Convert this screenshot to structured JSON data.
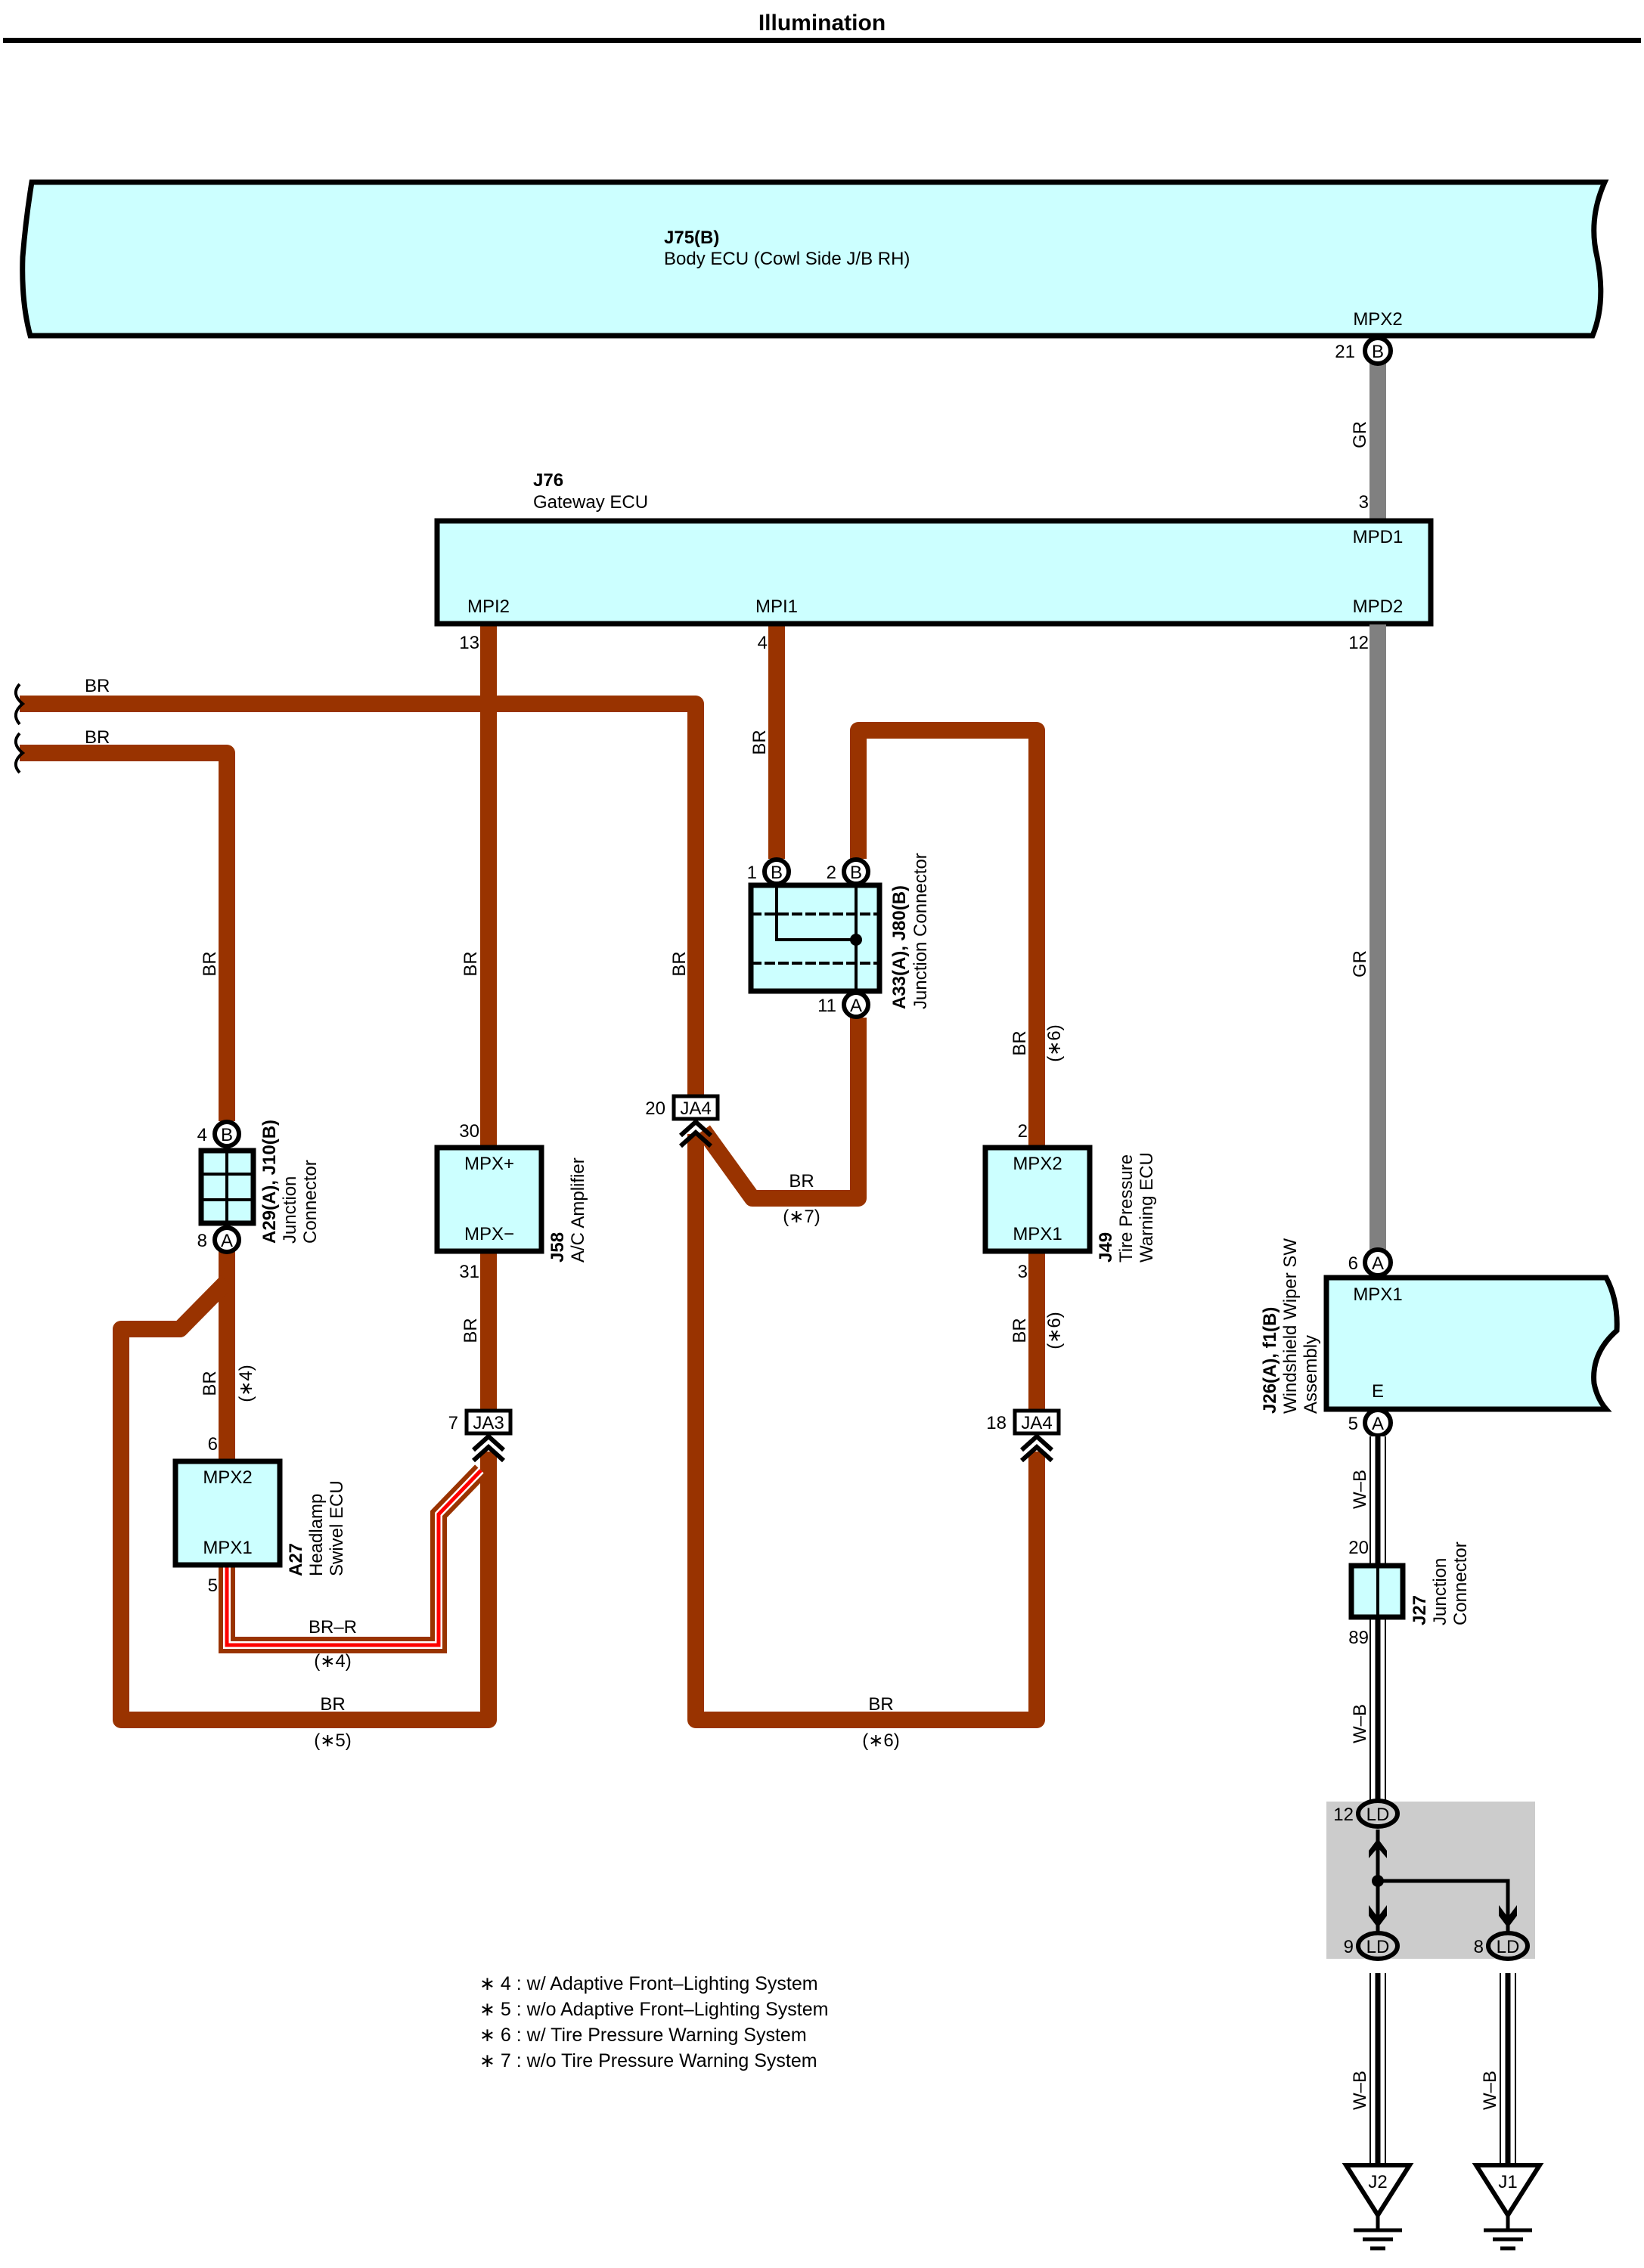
{
  "page": {
    "title": "Illumination"
  },
  "colors": {
    "wire_br": "#993300",
    "wire_gr": "#808080",
    "wire_r": "#ff0000",
    "component_fill": "#ccffff",
    "splice_area_fill": "#cccccc"
  },
  "components": {
    "body_ecu": {
      "code": "J75(B)",
      "name": "Body ECU (Cowl Side J/B RH)",
      "terminal": "MPX2",
      "pin": "21",
      "connector": "B"
    },
    "gateway_ecu": {
      "code": "J76",
      "name": "Gateway ECU",
      "terminals": {
        "mpd1": "MPD1",
        "mpd2": "MPD2",
        "mpi1": "MPI1",
        "mpi2": "MPI2"
      },
      "pins": {
        "mpd1": "3",
        "mpd2": "12",
        "mpi1": "4",
        "mpi2": "13"
      }
    },
    "junction_a33": {
      "code": "A33(A), J80(B)",
      "name": "Junction Connector",
      "pins": [
        {
          "num": "1",
          "conn": "B"
        },
        {
          "num": "2",
          "conn": "B"
        },
        {
          "num": "11",
          "conn": "A"
        }
      ]
    },
    "junction_a29": {
      "code": "A29(A), J10(B)",
      "name_line1": "Junction",
      "name_line2": "Connector",
      "pins": [
        {
          "num": "4",
          "conn": "B"
        },
        {
          "num": "8",
          "conn": "A"
        }
      ]
    },
    "ac_amplifier": {
      "code": "J58",
      "name": "A/C Amplifier",
      "terminals": [
        "MPX+",
        "MPX−"
      ],
      "pins": [
        "30",
        "31"
      ]
    },
    "headlamp_swivel": {
      "code": "A27",
      "name_line1": "Headlamp",
      "name_line2": "Swivel ECU",
      "terminals": [
        "MPX2",
        "MPX1"
      ],
      "pins": [
        "6",
        "5"
      ]
    },
    "tire_pressure": {
      "code": "J49",
      "name_line1": "Tire Pressure",
      "name_line2": "Warning ECU",
      "terminals": [
        "MPX2",
        "MPX1"
      ],
      "pins": [
        "2",
        "3"
      ]
    },
    "wiper_sw": {
      "code": "J26(A), f1(B)",
      "name_line1": "Windshield Wiper SW",
      "name_line2": "Assembly",
      "terminals": [
        "MPX1",
        "E"
      ],
      "pins": [
        {
          "num": "6",
          "conn": "A"
        },
        {
          "num": "5",
          "conn": "A"
        }
      ]
    },
    "junction_j27": {
      "code": "J27",
      "name_line1": "Junction",
      "name_line2": "Connector",
      "pins": [
        "20",
        "89"
      ]
    }
  },
  "inline_connectors": [
    {
      "id": "ja4_20",
      "label": "JA4",
      "pin": "20"
    },
    {
      "id": "ja3_7",
      "label": "JA3",
      "pin": "7"
    },
    {
      "id": "ja4_18",
      "label": "JA4",
      "pin": "18"
    }
  ],
  "splices": [
    {
      "label": "LD",
      "pin": "12"
    },
    {
      "label": "LD",
      "pin": "9"
    },
    {
      "label": "LD",
      "pin": "8"
    }
  ],
  "grounds": [
    {
      "label": "J2"
    },
    {
      "label": "J1"
    }
  ],
  "wire_labels": {
    "br": "BR",
    "gr": "GR",
    "br_r": "BR–R",
    "w_b": "W–B",
    "n4": "(∗4)",
    "n5": "(∗5)",
    "n6": "(∗6)",
    "n7": "(∗7)"
  },
  "notes": [
    "∗ 4 : w/ Adaptive Front–Lighting System",
    "∗ 5 : w/o Adaptive Front–Lighting System",
    "∗ 6 : w/ Tire Pressure Warning System",
    "∗ 7 : w/o Tire Pressure Warning System"
  ]
}
